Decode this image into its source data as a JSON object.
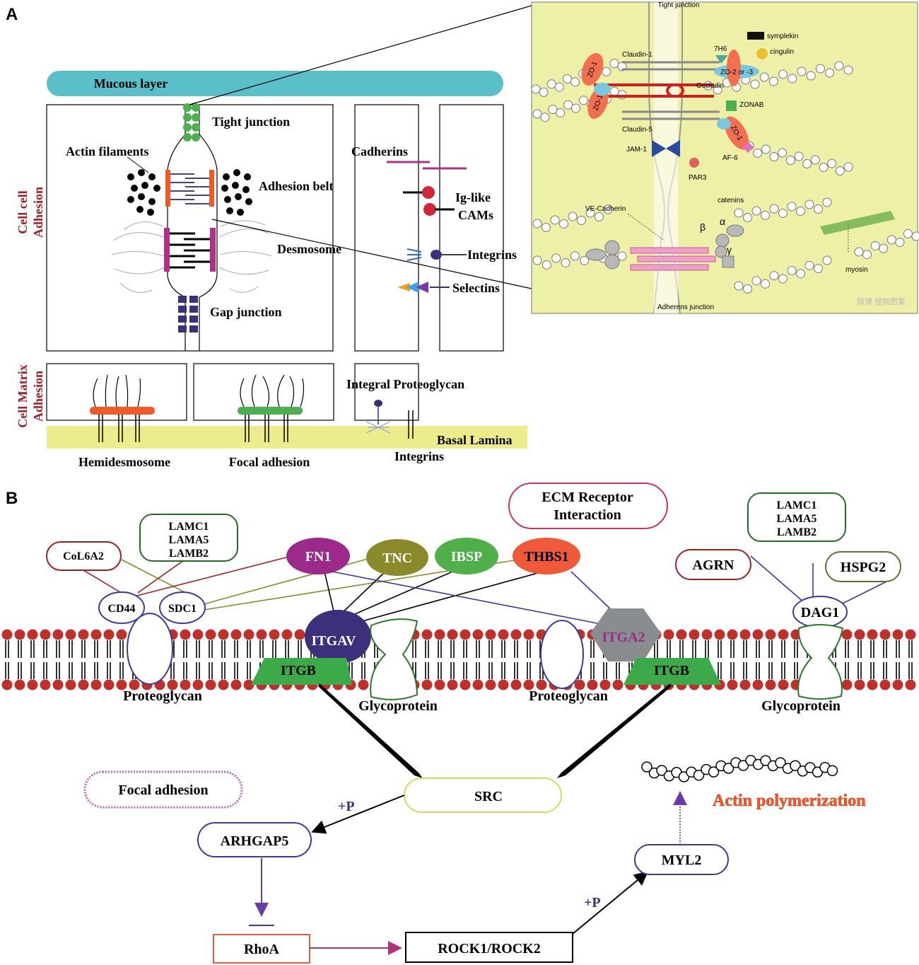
{
  "panel_a": {
    "label": "A",
    "mucous_layer": "Mucous layer",
    "side_cell_cell_line1": "Cell cell",
    "side_cell_cell_line2": "Adhesion",
    "side_cell_matrix_line1": "Cell Matrix",
    "side_cell_matrix_line2": "Adhesion",
    "tight_junction": "Tight junction",
    "actin_filaments": "Actin filaments",
    "adhesion_belt": "Adhesion belt",
    "desmosome": "Desmosome",
    "gap_junction": "Gap junction",
    "cadherins": "Cadherins",
    "ig_like_line1": "Ig-like",
    "ig_like_line2": "CAMs",
    "integrins": "Integrins",
    "selectins": "Selectins",
    "integral_proteoglycan": "Integral Proteoglycan",
    "basal_lamina": "Basal Lamina",
    "hemidesmosome": "Hemidesmosome",
    "focal_adhesion": "Focal adhesion",
    "integrins_bottom": "Integrins"
  },
  "inset": {
    "tight_junction": "Tight junction",
    "symplekin": "symplekin",
    "h7": "7H6",
    "cingulin": "cingulin",
    "claudin1": "Claudin-1",
    "zo1_a": "ZO-1",
    "zo1_b": "ZO-1",
    "zo1_c": "ZO-1",
    "zo23": "ZO-2 or -3",
    "occludin": "Occludin",
    "zonab": "ZONAB",
    "claudin5": "Claudin-5",
    "jam1": "JAM-1",
    "af6": "AF-6",
    "par3": "PAR3",
    "catenins": "catenins",
    "vecadherin": "VE-Cadherin",
    "beta": "β",
    "alpha": "α",
    "gamma": "γ",
    "myosin": "myosin",
    "adherens": "Adherens junction",
    "watermark": "微博 搜狗图集"
  },
  "panel_b": {
    "label": "B",
    "ecm_line1": "ECM Receptor",
    "ecm_line2": "Interaction",
    "col6a2": "CoL6A2",
    "lam_left": [
      "LAMC1",
      "LAMA5",
      "LAMB2"
    ],
    "lam_right": [
      "LAMC1",
      "LAMA5",
      "LAMB2"
    ],
    "cd44": "CD44",
    "sdc1": "SDC1",
    "fn1": "FN1",
    "tnc": "TNC",
    "ibsp": "IBSP",
    "thbs1": "THBS1",
    "agrn": "AGRN",
    "hspg2": "HSPG2",
    "dag1": "DAG1",
    "itgav": "ITGAV",
    "itga2": "ITGA2",
    "itgb_left": "ITGB",
    "itgb_right": "ITGB",
    "proteoglycan_left": "Proteoglycan",
    "glycoprotein_left": "Glycoprotein",
    "proteoglycan_right": "Proteoglycan",
    "glycoprotein_right": "Glycoprotein",
    "focal_adhesion": "Focal adhesion",
    "src": "SRC",
    "plus_p_left": "+P",
    "arhgap5": "ARHGAP5",
    "rhoa": "RhoA",
    "rock": "ROCK1/ROCK2",
    "plus_p_right": "+P",
    "myl2": "MYL2",
    "actin_poly": "Actin polymerization"
  },
  "colors": {
    "mucous": "#5bbfc9",
    "basal": "#ecec8c",
    "side_label": "#a0202a",
    "inset_bg": "#eef0a8",
    "fn1": "#9b2a8a",
    "tnc": "#8a8a2a",
    "ibsp": "#4fb04a",
    "thbs1": "#ef5a3a",
    "itgav": "#3d2f7c",
    "itga2": "#8a8d8f",
    "itgb": "#3daa4a",
    "lipid_head": "#c0302a",
    "actin_text": "#f05a28"
  }
}
